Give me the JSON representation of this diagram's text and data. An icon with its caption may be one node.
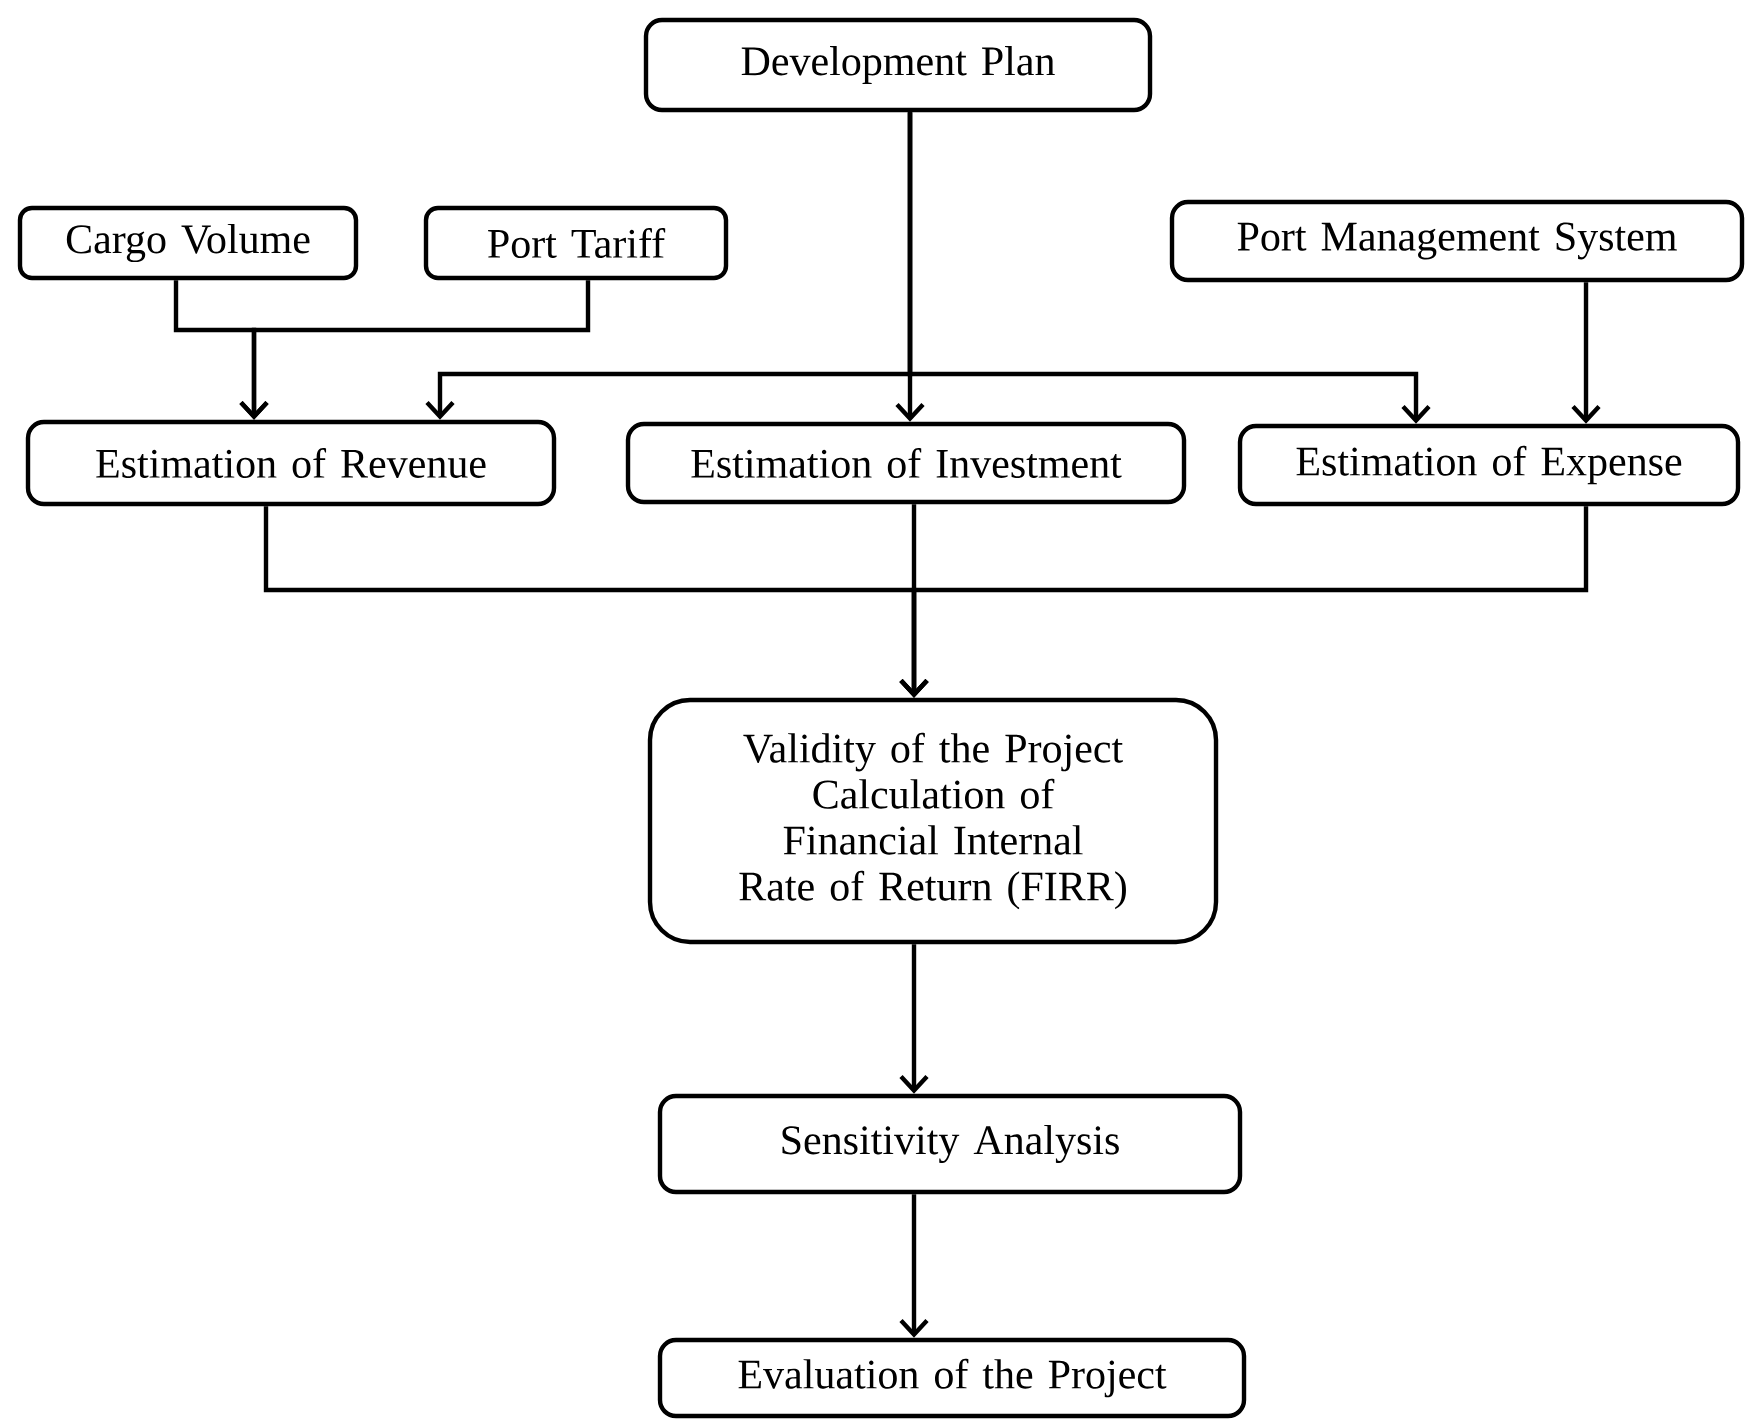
{
  "diagram": {
    "nodes": [
      {
        "text": [
          "Development Plan"
        ]
      },
      {
        "text": [
          "Cargo Volume"
        ]
      },
      {
        "text": [
          "Port Tariff"
        ]
      },
      {
        "text": [
          "Port Management System"
        ]
      },
      {
        "text": [
          "Estimation of Revenue"
        ]
      },
      {
        "text": [
          "Estimation of Investment"
        ]
      },
      {
        "text": [
          "Estimation of Expense"
        ]
      },
      {
        "text": [
          "Validity of the Project",
          "Calculation of Financial Internal Rate of Return (FIRR)"
        ]
      },
      {
        "text": [
          "Sensitivity Analysis"
        ]
      },
      {
        "text": [
          "Evaluation of the Project"
        ]
      }
    ],
    "edges": [
      {
        "from": 1,
        "to": 4,
        "arrow": "to"
      },
      {
        "from": 2,
        "to": 4,
        "arrow": "to"
      },
      {
        "from": 0,
        "to": 4,
        "arrow": "to"
      },
      {
        "from": 0,
        "to": 5,
        "arrow": "to"
      },
      {
        "from": 0,
        "to": 6,
        "arrow": "to"
      },
      {
        "from": 3,
        "to": 6,
        "arrow": "to"
      },
      {
        "from": 4,
        "to": 7,
        "arrow": "to"
      },
      {
        "from": 5,
        "to": 7,
        "arrow": "to"
      },
      {
        "from": 6,
        "to": 7,
        "arrow": "to"
      },
      {
        "from": 7,
        "to": 8,
        "arrow": "to"
      },
      {
        "from": 8,
        "to": 9,
        "arrow": "to"
      }
    ]
  }
}
